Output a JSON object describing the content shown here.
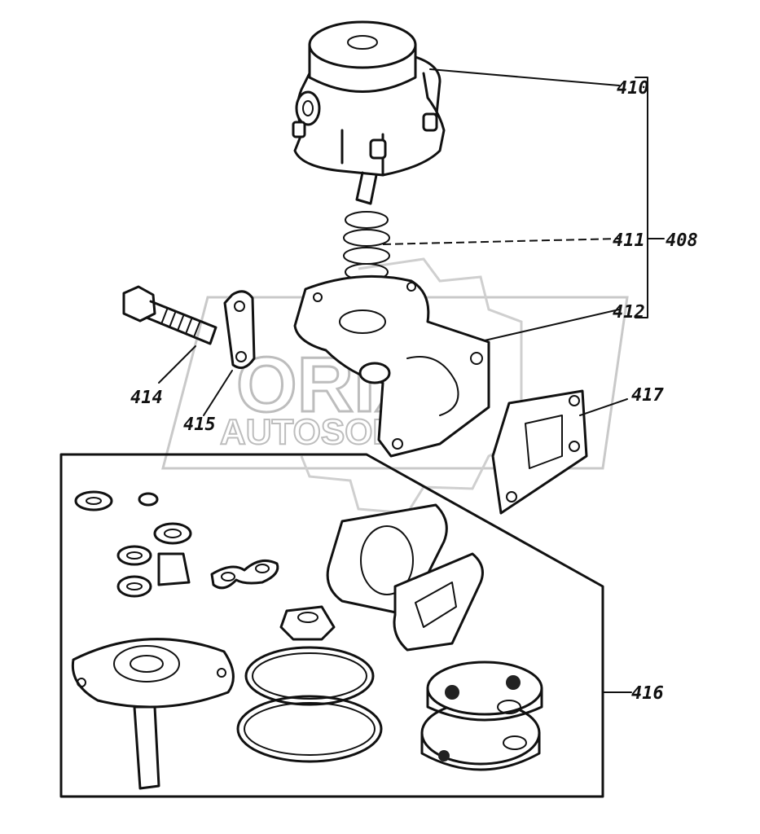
{
  "watermark": {
    "brand": "ORIX",
    "tagline": "AUTOSOFT"
  },
  "callouts": {
    "c408": "408",
    "c410": "410",
    "c411": "411",
    "c412": "412",
    "c414": "414",
    "c415": "415",
    "c416": "416",
    "c417": "417"
  }
}
